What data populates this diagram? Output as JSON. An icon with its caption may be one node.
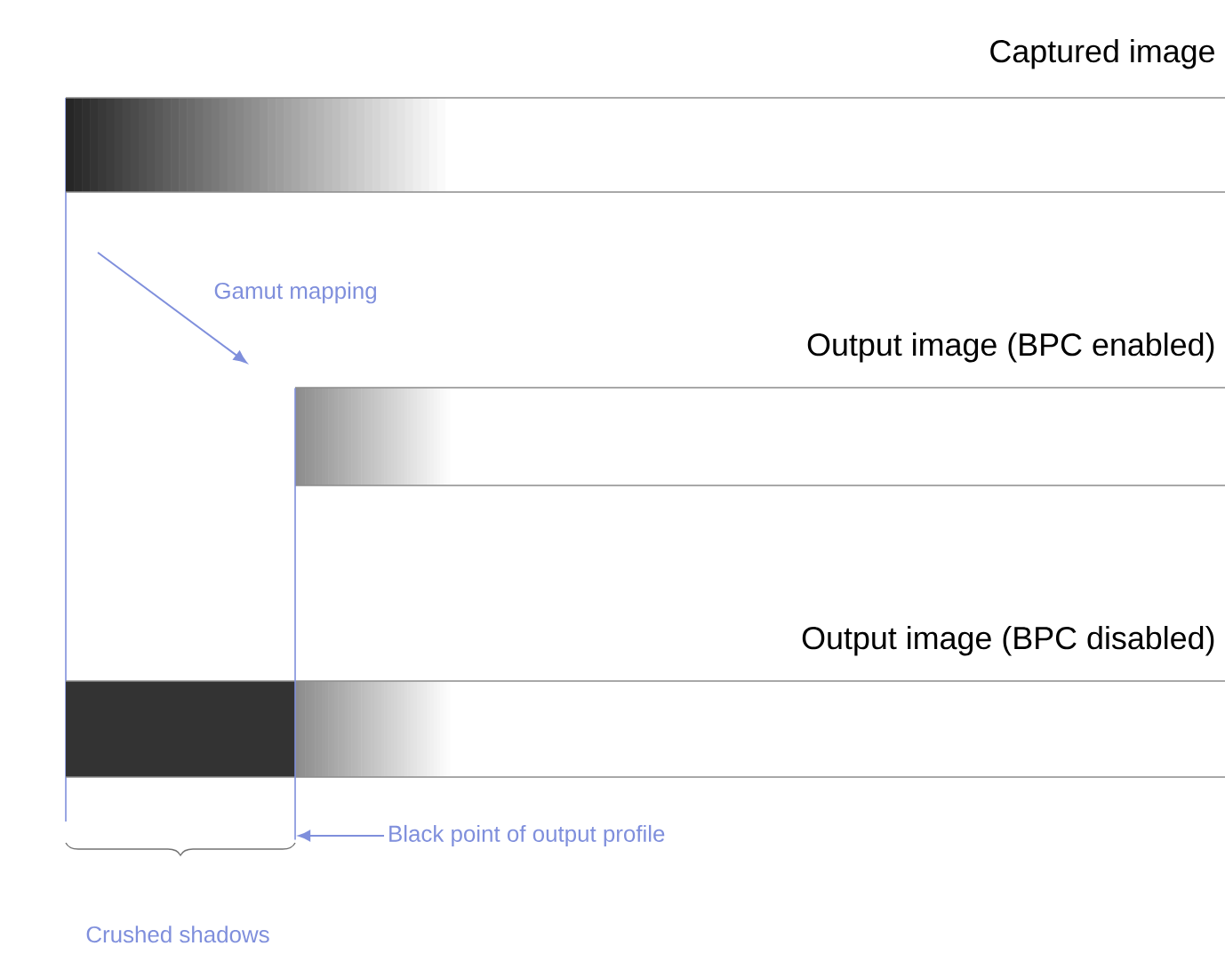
{
  "diagram": {
    "nodes": [
      {
        "text": [
          "Captured image"
        ]
      },
      {
        "text": [
          "Output image (BPC enabled)"
        ]
      },
      {
        "text": [
          "Output image (BPC disabled)"
        ]
      },
      {
        "text": [
          "Black point of output profile"
        ]
      },
      {
        "text": [],
        "shape": "line"
      }
    ],
    "edges": [
      {
        "from": 3,
        "to": 4,
        "arrow": "to"
      }
    ],
    "labels": [
      "Gamut mapping",
      "Crushed shadows"
    ]
  }
}
